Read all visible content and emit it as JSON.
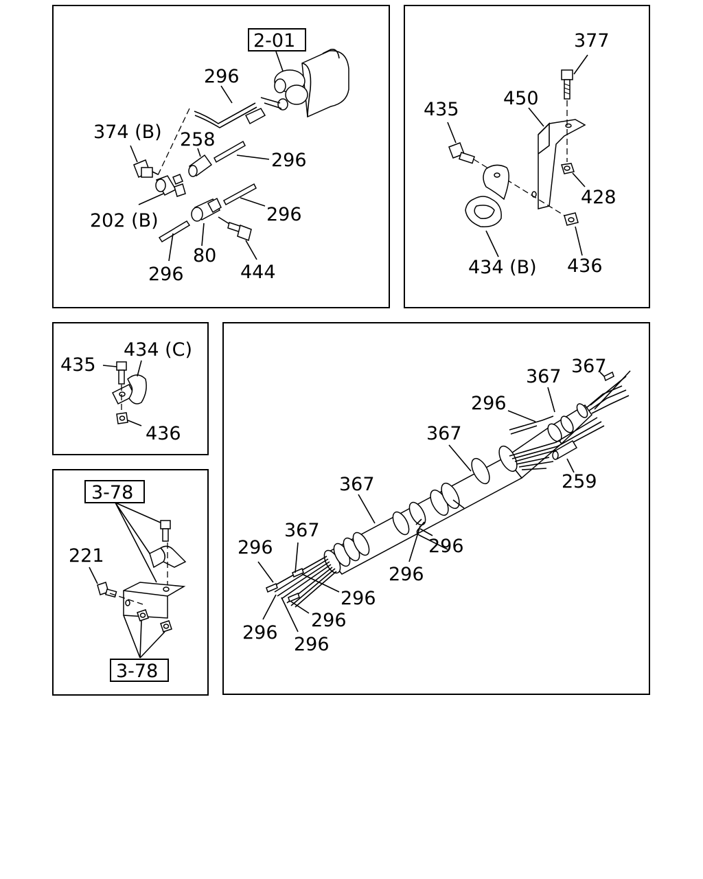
{
  "diagram": {
    "panels": {
      "p1": {
        "ref": "2-01",
        "labels": {
          "a": "296",
          "b": "374 (B)",
          "c": "258",
          "d": "296",
          "e": "202 (B)",
          "f": "296",
          "g": "80",
          "h": "296",
          "i": "444"
        }
      },
      "p2": {
        "labels": {
          "a": "377",
          "b": "435",
          "c": "450",
          "d": "428",
          "e": "434 (B)",
          "f": "436"
        }
      },
      "p3": {
        "labels": {
          "a": "435",
          "b": "434 (C)",
          "c": "436"
        }
      },
      "p4": {
        "refs": [
          "3-78",
          "3-78"
        ],
        "labels": {
          "a": "221"
        }
      },
      "p5": {
        "labels": {
          "a": "367",
          "b": "367",
          "c": "296",
          "d": "367",
          "e": "259",
          "f": "367",
          "g": "367",
          "h": "296",
          "i": "296",
          "j": "296",
          "k": "296",
          "l": "296",
          "m": "296",
          "n": "296"
        }
      }
    }
  }
}
